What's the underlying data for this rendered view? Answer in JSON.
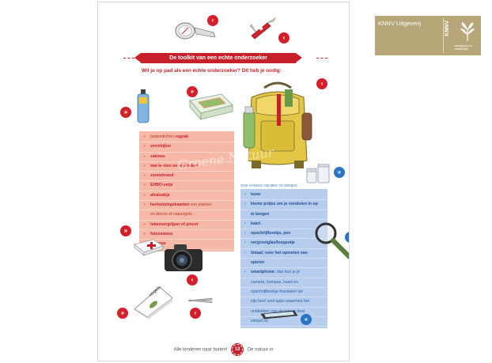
{
  "banner": {
    "title": "De toolkit van een echte onderzoeker"
  },
  "intro": "Wil je op pad als een échte onderzoeker? Dit heb je nodig:",
  "red_list": [
    {
      "pre": "(waterdichte) ",
      "bold": "rugzak",
      "post": ""
    },
    {
      "pre": "",
      "bold": "verrekijker",
      "post": ""
    },
    {
      "pre": "",
      "bold": "zakmes",
      "post": ""
    },
    {
      "pre": "",
      "bold": "wat te eten en te drinken",
      "post": ""
    },
    {
      "pre": "",
      "bold": "zonnebrand",
      "post": ""
    },
    {
      "pre": "",
      "bold": "EHBO-setje",
      "post": ""
    },
    {
      "pre": "",
      "bold": "afvalzakje",
      "post": ""
    },
    {
      "pre": "",
      "bold": "herkenningskaarten",
      "post": " van planten"
    },
    {
      "pre": "",
      "bold": "",
      "post": "en dieren of natuurgids"
    },
    {
      "pre": "",
      "bold": "tekenvergrijper of pincet",
      "post": ""
    },
    {
      "pre": "",
      "bold": "fotocamera",
      "post": ""
    },
    {
      "pre": "",
      "bold": "kompas",
      "post": ""
    }
  ],
  "blue_header": "OOK HANDIG OM MEE TE NEMEN:",
  "blue_list": [
    {
      "bullet": true,
      "bold": "touw",
      "post": ""
    },
    {
      "bullet": true,
      "bold": "kleine potjes om je vondsten in op",
      "post": ""
    },
    {
      "bullet": false,
      "bold": "te bergen",
      "post": ""
    },
    {
      "bullet": true,
      "bold": "kaart",
      "post": ""
    },
    {
      "bullet": true,
      "bold": "opschrijfboekje, pen",
      "post": ""
    },
    {
      "bullet": true,
      "bold": "vergrootglas/loeppotje",
      "post": ""
    },
    {
      "bullet": true,
      "bold": "liniaal; voor het opmeten van",
      "post": ""
    },
    {
      "bullet": false,
      "bold": "sporen",
      "post": ""
    },
    {
      "bullet": true,
      "bold": "smartphone:",
      "post": " dan kun je je"
    },
    {
      "bullet": false,
      "bold": "",
      "post": "camera, kompas, kaart en"
    },
    {
      "bullet": false,
      "bold": "",
      "post": "opschrijfboekje thuislaten (er"
    },
    {
      "bullet": false,
      "bold": "",
      "post": "zijn heel veel apps waarmee het"
    },
    {
      "bullet": false,
      "bold": "",
      "post": "ontdekken van de natuur heel"
    },
    {
      "bullet": false,
      "bold": "",
      "post": "simpel is)"
    }
  ],
  "footer": {
    "left": "Alle kinderen naar buiten!",
    "page": "13",
    "right": "De natuur in"
  },
  "watermark": "Groene Natuur",
  "logo": {
    "publisher": "KNNV Uitgeverij",
    "mark": "KNNV",
    "tagline": "vereniging voor veldbiologie"
  },
  "colors": {
    "accent_red": "#c8202a",
    "list_red_bg": "#f6b9a7",
    "list_blue_bg": "#b6cdee",
    "logo_bg": "#b7a678"
  },
  "icons": [
    "compass-icon",
    "pocketknife-icon",
    "sunscreen-icon",
    "lunchbox-icon",
    "backpack-icon",
    "jars-icon",
    "first-aid-kit-icon",
    "camera-icon",
    "magnifier-icon",
    "field-guide-icon",
    "tweezers-icon",
    "smartphone-icon"
  ]
}
